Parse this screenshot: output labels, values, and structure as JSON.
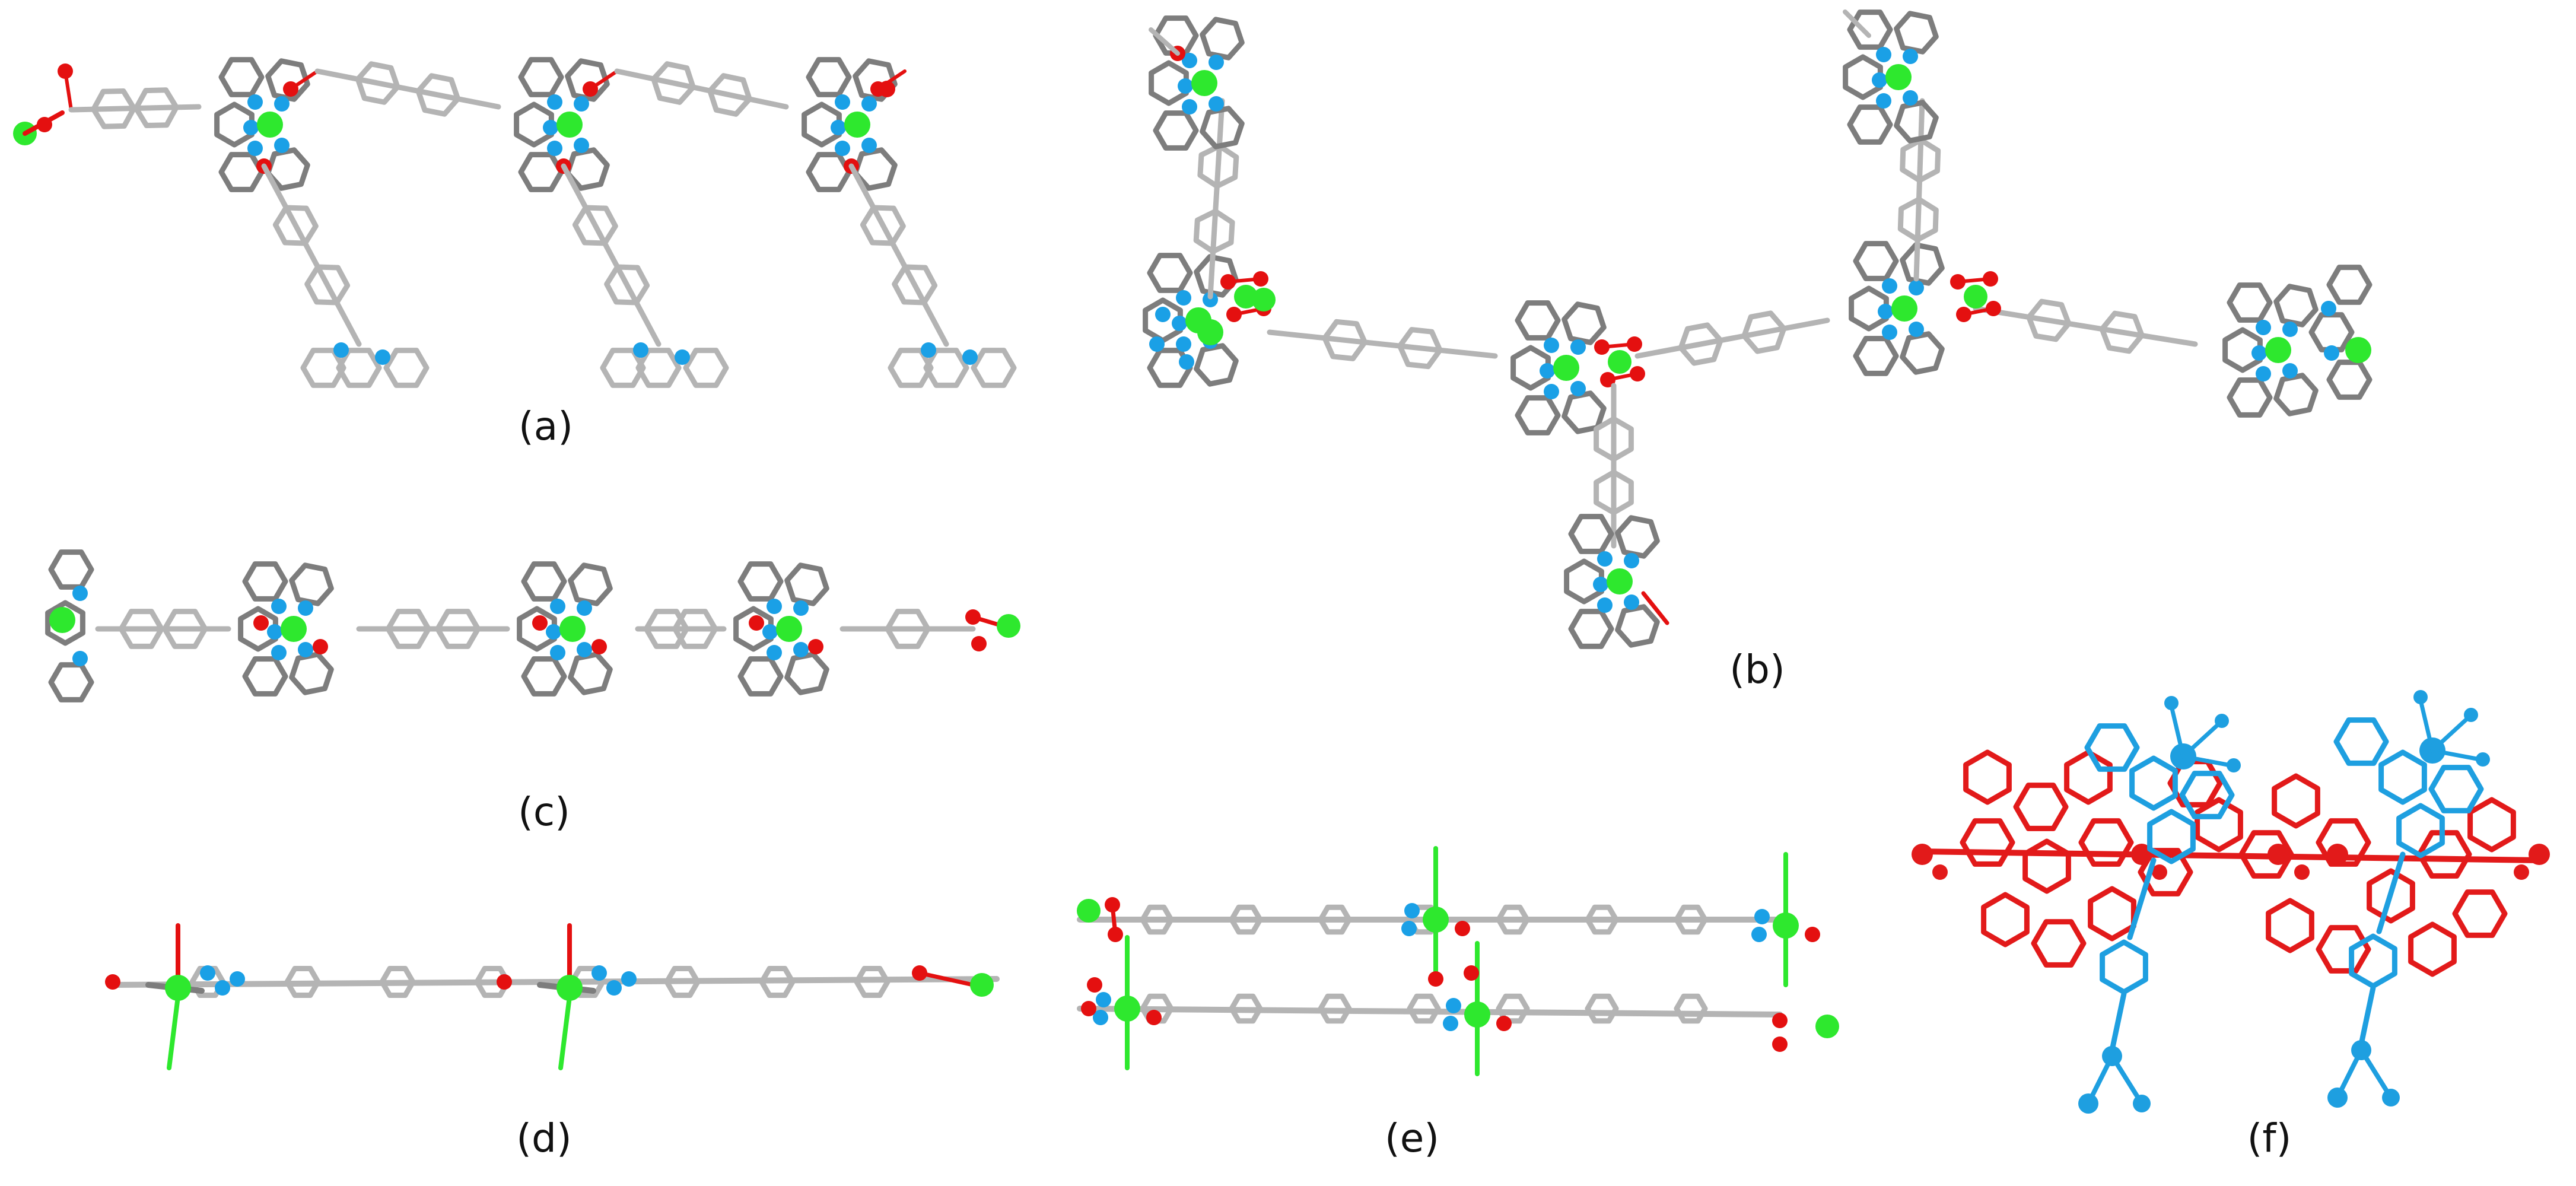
{
  "figure": {
    "panels": [
      {
        "id": "a",
        "label": "(a)"
      },
      {
        "id": "b",
        "label": "(b)"
      },
      {
        "id": "c",
        "label": "(c)"
      },
      {
        "id": "d",
        "label": "(d)"
      },
      {
        "id": "e",
        "label": "(e)"
      },
      {
        "id": "f",
        "label": "(f)"
      }
    ],
    "colors": {
      "carbon": "#b4b4b4",
      "carbon_dark": "#7d7d7d",
      "metal": "#2ee82e",
      "oxygen": "#e41010",
      "nitrogen": "#1aa0e6",
      "network_red": "#e21a1a",
      "network_blue": "#1e9fe0"
    }
  }
}
